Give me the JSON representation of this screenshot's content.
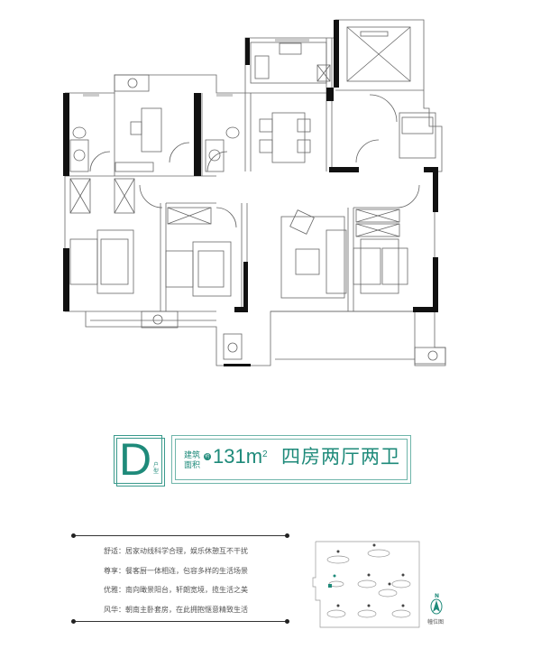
{
  "unit_type": {
    "letter": "D",
    "suffix": "户型"
  },
  "area": {
    "label_line1": "建筑",
    "label_line2": "面积",
    "approx_symbol": "约",
    "value": "131",
    "unit": "m",
    "unit_sup": "2"
  },
  "layout_name": "四房两厅两卫",
  "features": [
    {
      "title": "舒适",
      "text": "居家动线科学合理，娱乐休憩互不干扰"
    },
    {
      "title": "尊享",
      "text": "餐客厨一体相连，包容多样的生活场景"
    },
    {
      "title": "优雅",
      "text": "南向瞰景阳台，轩朗宽境，揽生活之美"
    },
    {
      "title": "风华",
      "text": "朝南主卧套房，在此拥抱惬意精致生活"
    }
  ],
  "features_separator": "：",
  "locator": {
    "label": "幢位图",
    "north": "N"
  },
  "colors": {
    "accent": "#1e8a7a",
    "wall": "#111111",
    "line": "#555555"
  }
}
